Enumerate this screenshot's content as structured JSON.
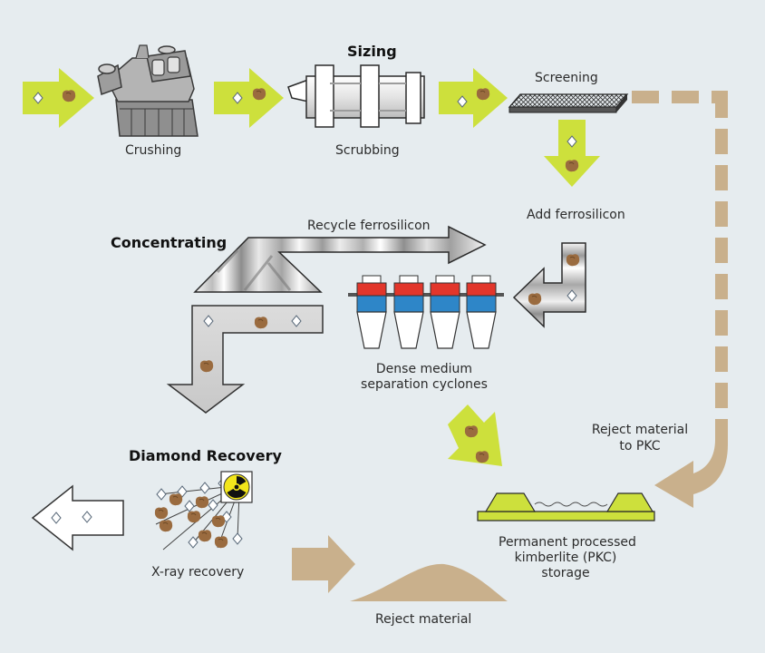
{
  "labels": {
    "sizing": "Sizing",
    "crushing": "Crushing",
    "scrubbing": "Scrubbing",
    "screening": "Screening",
    "add_ferrosilicon": "Add ferrosilicon",
    "recycle_ferrosilicon": "Recycle ferrosilicon",
    "concentrating": "Concentrating",
    "dms_line1": "Dense medium",
    "dms_line2": "separation cyclones",
    "reject_pkc_line1": "Reject material",
    "reject_pkc_line2": "to PKC",
    "diamond_recovery": "Diamond Recovery",
    "xray_recovery": "X-ray recovery",
    "pkc_line1": "Permanent processed",
    "pkc_line2": "kimberlite (PKC)",
    "pkc_line3": "storage",
    "reject_material": "Reject material"
  },
  "colors": {
    "background": "#e6ecef",
    "flow_arrow": "#cde03c",
    "flow_arrow_dark": "#a9bd1e",
    "reject_tan": "#c9b08c",
    "ore_brown": "#9a6b3f",
    "cyclone_red": "#e2362b",
    "cyclone_blue": "#2e86c8",
    "diamond": "#ffffff"
  },
  "icons": [
    "diamond-icon",
    "ore-nugget-icon",
    "radiation-icon",
    "crusher-icon",
    "scrubber-drum-icon",
    "screen-icon",
    "cyclone-icon"
  ]
}
